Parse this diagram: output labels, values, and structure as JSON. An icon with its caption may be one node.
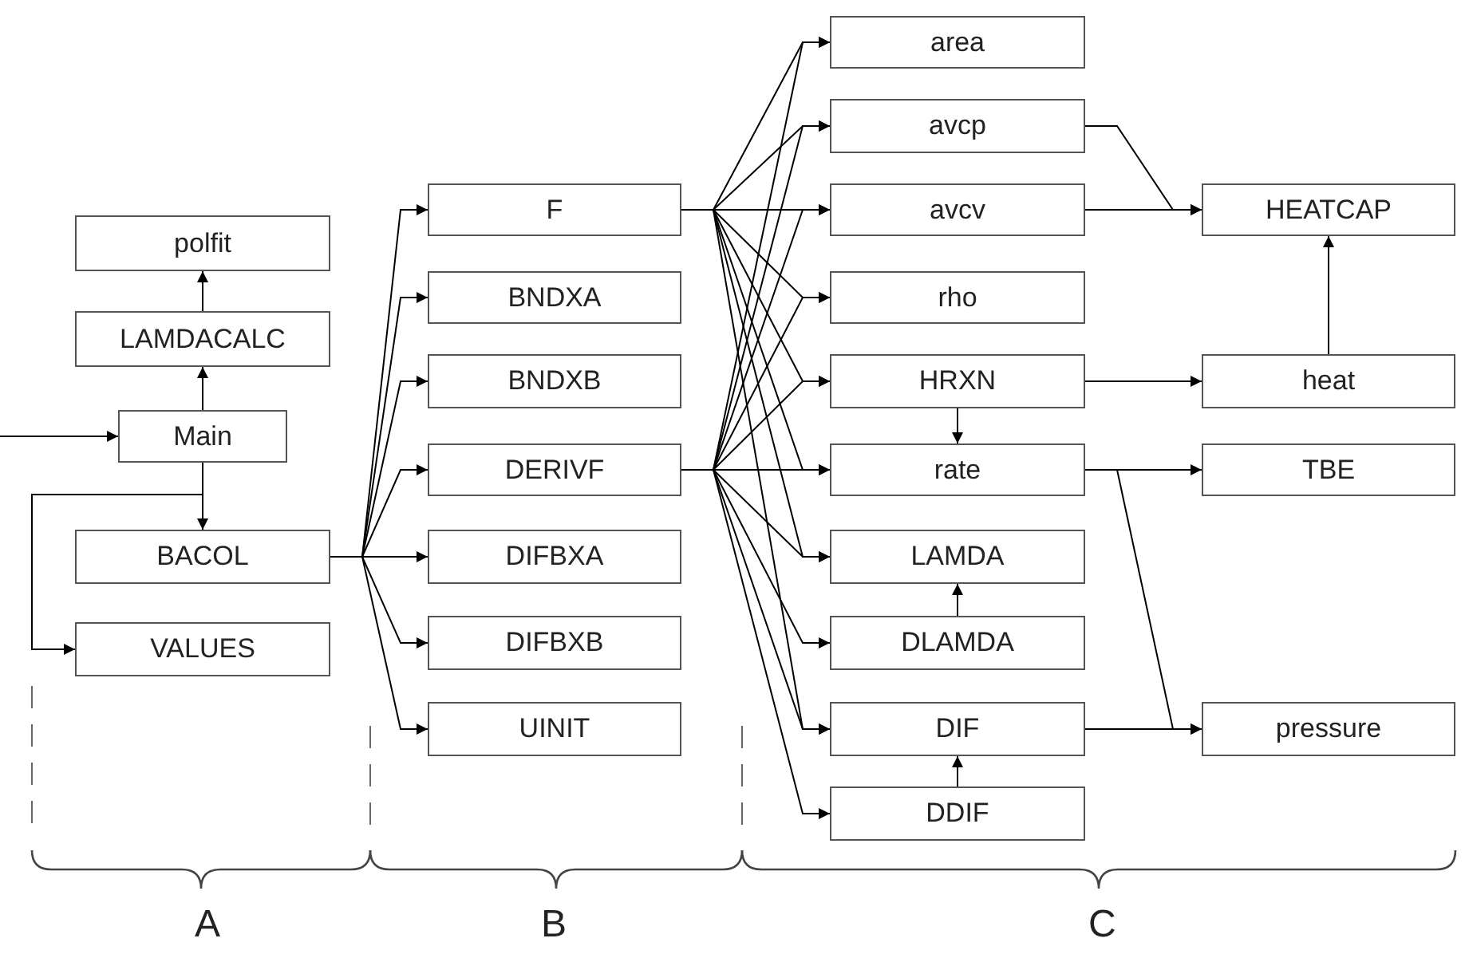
{
  "diagram": {
    "nodes": [
      {
        "text": [
          "polfit"
        ]
      },
      {
        "text": [
          "LAMDACALC"
        ]
      },
      {
        "text": [
          "Main"
        ]
      },
      {
        "text": [
          "BACOL"
        ]
      },
      {
        "text": [
          "VALUES"
        ]
      },
      {
        "text": [
          "F"
        ]
      },
      {
        "text": [
          "BNDXA"
        ]
      },
      {
        "text": [
          "BNDXB"
        ]
      },
      {
        "text": [
          "DERIVF"
        ]
      },
      {
        "text": [
          "DIFBXA"
        ]
      },
      {
        "text": [
          "DIFBXB"
        ]
      },
      {
        "text": [
          "UINIT"
        ]
      },
      {
        "text": [
          "area"
        ]
      },
      {
        "text": [
          "avcp"
        ]
      },
      {
        "text": [
          "avcv"
        ]
      },
      {
        "text": [
          "rho"
        ]
      },
      {
        "text": [
          "HRXN"
        ]
      },
      {
        "text": [
          "rate"
        ]
      },
      {
        "text": [
          "LAMDA"
        ]
      },
      {
        "text": [
          "DLAMDA"
        ]
      },
      {
        "text": [
          "DIF"
        ]
      },
      {
        "text": [
          "DDIF"
        ]
      },
      {
        "text": [
          "HEATCAP"
        ]
      },
      {
        "text": [
          "heat"
        ]
      },
      {
        "text": [
          "TBE"
        ]
      },
      {
        "text": [
          "pressure"
        ]
      }
    ],
    "edges": [
      {
        "from": null,
        "to": 2,
        "arrow": "to"
      },
      {
        "from": 2,
        "to": 1,
        "arrow": "to"
      },
      {
        "from": 1,
        "to": 0,
        "arrow": "to"
      },
      {
        "from": 2,
        "to": 3,
        "arrow": "to"
      },
      {
        "from": 2,
        "to": 4,
        "arrow": "to"
      },
      {
        "from": 3,
        "to": 5,
        "arrow": "to"
      },
      {
        "from": 3,
        "to": 6,
        "arrow": "to"
      },
      {
        "from": 3,
        "to": 7,
        "arrow": "to"
      },
      {
        "from": 3,
        "to": 8,
        "arrow": "to"
      },
      {
        "from": 3,
        "to": 9,
        "arrow": "to"
      },
      {
        "from": 3,
        "to": 10,
        "arrow": "to"
      },
      {
        "from": 3,
        "to": 11,
        "arrow": "to"
      },
      {
        "from": 5,
        "to": 12,
        "arrow": "to"
      },
      {
        "from": 5,
        "to": 13,
        "arrow": "to"
      },
      {
        "from": 5,
        "to": 14,
        "arrow": "to"
      },
      {
        "from": 5,
        "to": 15,
        "arrow": "to"
      },
      {
        "from": 5,
        "to": 16,
        "arrow": "to"
      },
      {
        "from": 5,
        "to": 17,
        "arrow": "to"
      },
      {
        "from": 5,
        "to": 18,
        "arrow": "to"
      },
      {
        "from": 5,
        "to": 20,
        "arrow": "to"
      },
      {
        "from": 8,
        "to": 12,
        "arrow": "to"
      },
      {
        "from": 8,
        "to": 13,
        "arrow": "to"
      },
      {
        "from": 8,
        "to": 14,
        "arrow": "to"
      },
      {
        "from": 8,
        "to": 15,
        "arrow": "to"
      },
      {
        "from": 8,
        "to": 16,
        "arrow": "to"
      },
      {
        "from": 8,
        "to": 17,
        "arrow": "to"
      },
      {
        "from": 8,
        "to": 18,
        "arrow": "to"
      },
      {
        "from": 8,
        "to": 19,
        "arrow": "to"
      },
      {
        "from": 8,
        "to": 20,
        "arrow": "to"
      },
      {
        "from": 8,
        "to": 21,
        "arrow": "to"
      },
      {
        "from": 13,
        "to": 22,
        "arrow": "to"
      },
      {
        "from": 14,
        "to": 22,
        "arrow": "to"
      },
      {
        "from": 16,
        "to": 23,
        "arrow": "to"
      },
      {
        "from": 23,
        "to": 22,
        "arrow": "to"
      },
      {
        "from": 16,
        "to": 17,
        "arrow": "to"
      },
      {
        "from": 17,
        "to": 24,
        "arrow": "to"
      },
      {
        "from": 17,
        "to": 25,
        "arrow": "to"
      },
      {
        "from": 20,
        "to": 25,
        "arrow": "to"
      },
      {
        "from": 19,
        "to": 18,
        "arrow": "to"
      },
      {
        "from": 21,
        "to": 20,
        "arrow": "to"
      }
    ],
    "labels": [
      "A",
      "B",
      "C"
    ]
  }
}
